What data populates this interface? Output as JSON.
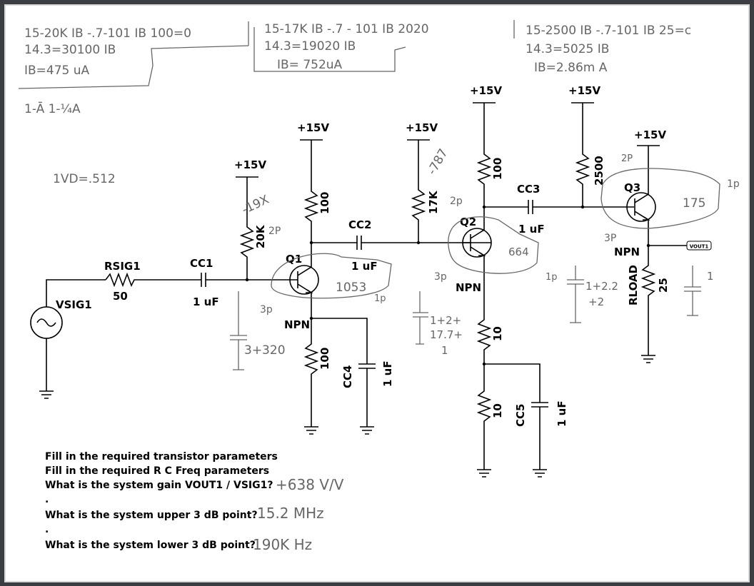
{
  "notes": {
    "n1a": "15-20K IB -.7-101 IB 100=0",
    "n1b": "14.3=30100 IB",
    "n1c": "IB=475 uA",
    "n2a": "15-17K IB -.7 - 101 IB 2020",
    "n2b": "14.3=19020 IB",
    "n2c": "IB= 752uA",
    "n3a": "15-2500 IB -.7-101 IB 25=c",
    "n3b": "14.3=5025 IB",
    "n3c": "IB=2.86m A",
    "fracs": "1-Ā    1-¼A",
    "vd": "1VD=.512",
    "q1_beta": "-19X",
    "q1_2p": "2P",
    "q1_3p": "3p",
    "q1_1053": "1053",
    "q1_1p": "1p",
    "q1_base": "3+320",
    "q2_787": "-787",
    "q2_2p": "2p",
    "q2_3p": "3p",
    "q2_664": "664",
    "q2_1p": "1p",
    "q2_a": "1+2+",
    "q2_b": "17.7+",
    "q2_c": "1",
    "q3_2p": "2P",
    "q3_175": "175",
    "q3_1p": "1p",
    "q3_3p": "3P",
    "q3_a": "1+2.2",
    "q3_b": "+2",
    "out_1": "1"
  },
  "labels": {
    "vcc": "+15V",
    "rsig_name": "RSIG1",
    "rsig_val": "50",
    "vsig": "VSIG1",
    "cc1_name": "CC1",
    "cc1_val": "1 uF",
    "r20k": "20K",
    "r100": "100",
    "q1": "Q1",
    "q2": "Q2",
    "q3": "Q3",
    "npn": "NPN",
    "cc2_name": "CC2",
    "cc2_val": "1 uF",
    "cc4_name": "CC4",
    "cc4_val": "1 uF",
    "r17k": "17K",
    "r10": "10",
    "cc5_name": "CC5",
    "cc5_val": "1 uF",
    "cc3_name": "CC3",
    "cc3_val": "1 uF",
    "r2500": "2500",
    "rload_name": "RLOAD",
    "rload_val": "25",
    "vout": "VOUT1"
  },
  "questions": {
    "q1": "Fill in the required transistor parameters",
    "q2": "Fill in the required R C Freq parameters",
    "q3": "What is the system gain VOUT1 / VSIG1?",
    "a3": "+638 V/V",
    "dot1": ".",
    "q4": "What is the system upper 3 dB point?",
    "a4": "15.2 MHz",
    "dot2": ".",
    "q5": "What is the system lower 3 dB point?",
    "a5": "190K Hz"
  }
}
